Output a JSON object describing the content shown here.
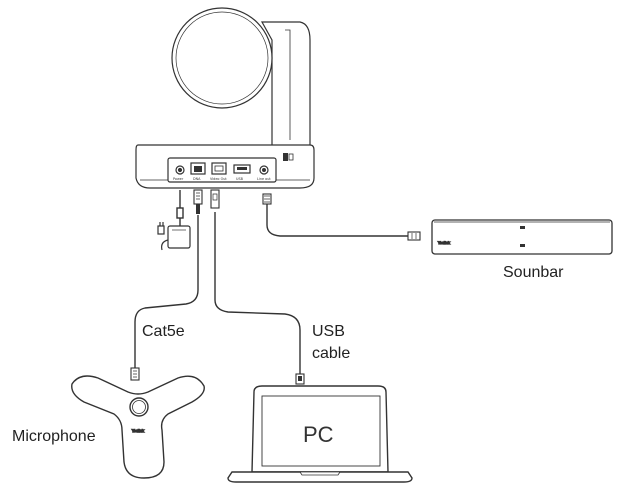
{
  "labels": {
    "soundbar": "Sounbar",
    "usb_cable_line1": "USB",
    "usb_cable_line2": "cable",
    "cat5e": "Cat5e",
    "microphone": "Microphone",
    "pc": "PC"
  },
  "port_labels": [
    "Power",
    "DNA",
    "Video Out",
    "USB",
    "Line out"
  ],
  "brand_mark": "Yealink"
}
